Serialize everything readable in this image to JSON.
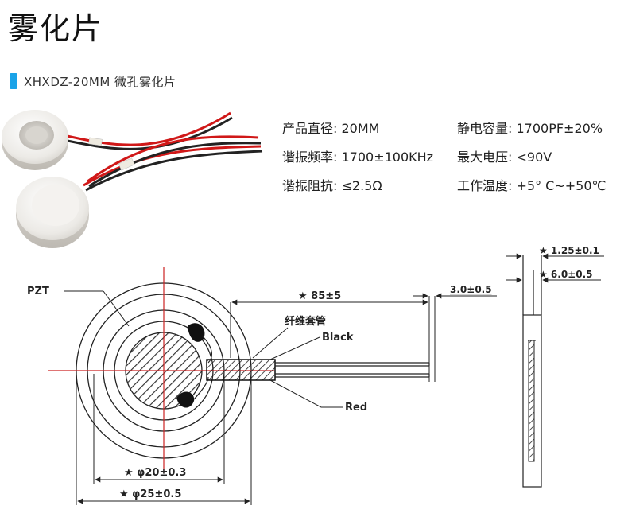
{
  "title": "雾化片",
  "subhead": {
    "text": "XHXDZ-20MM 微孔雾化片"
  },
  "specs": [
    {
      "text": "产品直径: 20MM"
    },
    {
      "text": "静电容量: 1700PF±20%"
    },
    {
      "text": "谐振频率: 1700±100KHz"
    },
    {
      "text": "最大电压: <90V"
    },
    {
      "text": "谐振阻抗: ≤2.5Ω"
    },
    {
      "text": "工作温度: +5° C~+50℃"
    }
  ],
  "drawing": {
    "pzt_label": "PZT",
    "length_dim": "★ 85±5",
    "strip_dim": "3.0±0.5",
    "sleeve_label": "纤维套管",
    "black_label": "Black",
    "red_label": "Red",
    "inner_dia_dim": "★ φ20±0.3",
    "outer_dia_dim": "★ φ25±0.5",
    "thickness_dim": "★ 1.25±0.1",
    "height_dim": "★ 6.0±0.5"
  },
  "colors": {
    "accent": "#1aa3e8",
    "wire_red": "#d01818",
    "wire_black": "#222222",
    "center_mark": "#cc2222"
  }
}
